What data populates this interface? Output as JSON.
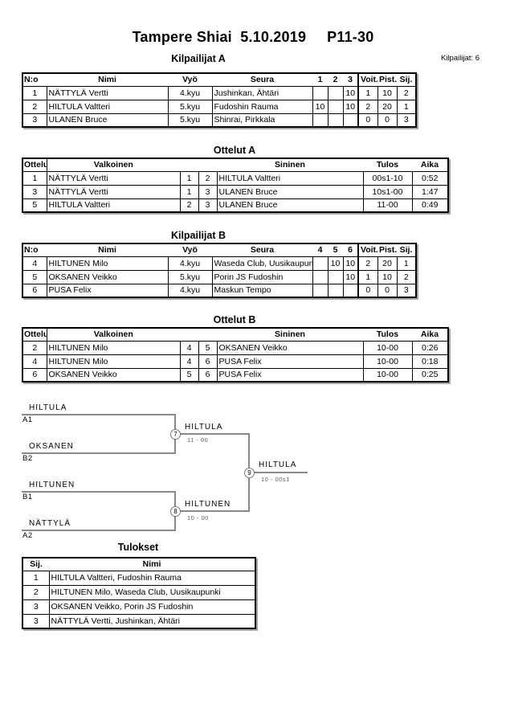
{
  "title": "Tampere Shiai  5.10.2019     P11-30",
  "competitor_count_label": "Kilpailijat: 6",
  "sections": {
    "kilpailijat_a": {
      "heading": "Kilpailijat A",
      "headers": [
        "N:o",
        "Nimi",
        "Vyö",
        "Seura",
        "1",
        "2",
        "3",
        "Voit.",
        "Pist.",
        "Sij."
      ],
      "rows": [
        [
          "1",
          "NÄTTYLÄ Vertti",
          "4.kyu",
          "Jushinkan, Ähtäri",
          "",
          "",
          "10",
          "1",
          "10",
          "2"
        ],
        [
          "2",
          "HILTULA Valtteri",
          "5.kyu",
          "Fudoshin Rauma",
          "10",
          "",
          "10",
          "2",
          "20",
          "1"
        ],
        [
          "3",
          "ULANEN Bruce",
          "5.kyu",
          "Shinrai, Pirkkala",
          "",
          "",
          "",
          "0",
          "0",
          "3"
        ]
      ]
    },
    "ottelut_a": {
      "heading": "Ottelut A",
      "headers": [
        "Ottelu",
        "Valkoinen",
        "Sininen",
        "Tulos",
        "Aika"
      ],
      "rows": [
        [
          "1",
          "NÄTTYLÄ Vertti",
          "1",
          "2",
          "HILTULA Valtteri",
          "00s1-10",
          "0:52"
        ],
        [
          "3",
          "NÄTTYLÄ Vertti",
          "1",
          "3",
          "ULANEN Bruce",
          "10s1-00",
          "1:47"
        ],
        [
          "5",
          "HILTULA Valtteri",
          "2",
          "3",
          "ULANEN Bruce",
          "11-00",
          "0:49"
        ]
      ]
    },
    "kilpailijat_b": {
      "heading": "Kilpailijat B",
      "headers": [
        "N:o",
        "Nimi",
        "Vyö",
        "Seura",
        "4",
        "5",
        "6",
        "Voit.",
        "Pist.",
        "Sij."
      ],
      "rows": [
        [
          "4",
          "HILTUNEN Milo",
          "4.kyu",
          "Waseda Club, Uusikaupunki",
          "",
          "10",
          "10",
          "2",
          "20",
          "1"
        ],
        [
          "5",
          "OKSANEN Veikko",
          "5.kyu",
          "Porin JS Fudoshin",
          "",
          "",
          "10",
          "1",
          "10",
          "2"
        ],
        [
          "6",
          "PUSA Felix",
          "4.kyu",
          "Maskun Tempo",
          "",
          "",
          "",
          "0",
          "0",
          "3"
        ]
      ]
    },
    "ottelut_b": {
      "heading": "Ottelut B",
      "headers": [
        "Ottelu",
        "Valkoinen",
        "Sininen",
        "Tulos",
        "Aika"
      ],
      "rows": [
        [
          "2",
          "HILTUNEN Milo",
          "4",
          "5",
          "OKSANEN Veikko",
          "10-00",
          "0:26"
        ],
        [
          "4",
          "HILTUNEN Milo",
          "4",
          "6",
          "PUSA Felix",
          "10-00",
          "0:18"
        ],
        [
          "6",
          "OKSANEN Veikko",
          "5",
          "6",
          "PUSA Felix",
          "10-00",
          "0:25"
        ]
      ]
    },
    "tulokset": {
      "heading": "Tulokset",
      "headers": [
        "Sij.",
        "Nimi"
      ],
      "rows": [
        [
          "1",
          "HILTULA Valtteri, Fudoshin Rauma"
        ],
        [
          "2",
          "HILTUNEN Milo, Waseda Club, Uusikaupunki"
        ],
        [
          "3",
          "OKSANEN Veikko, Porin JS Fudoshin"
        ],
        [
          "3",
          "NÄTTYLÄ Vertti, Jushinkan, Ähtäri"
        ]
      ]
    }
  },
  "bracket": {
    "entrants": [
      {
        "name": "HILTULA",
        "seed": "A1"
      },
      {
        "name": "OKSANEN",
        "seed": "B2"
      },
      {
        "name": "HILTUNEN",
        "seed": "B1"
      },
      {
        "name": "NÄTTYLÄ",
        "seed": "A2"
      }
    ],
    "matches": [
      {
        "number": "7",
        "winner": "HILTULA",
        "score": "11 - 00"
      },
      {
        "number": "8",
        "winner": "HILTUNEN",
        "score": "10 - 00"
      },
      {
        "number": "9",
        "winner": "HILTULA",
        "score": "10 - 00s1"
      }
    ]
  }
}
